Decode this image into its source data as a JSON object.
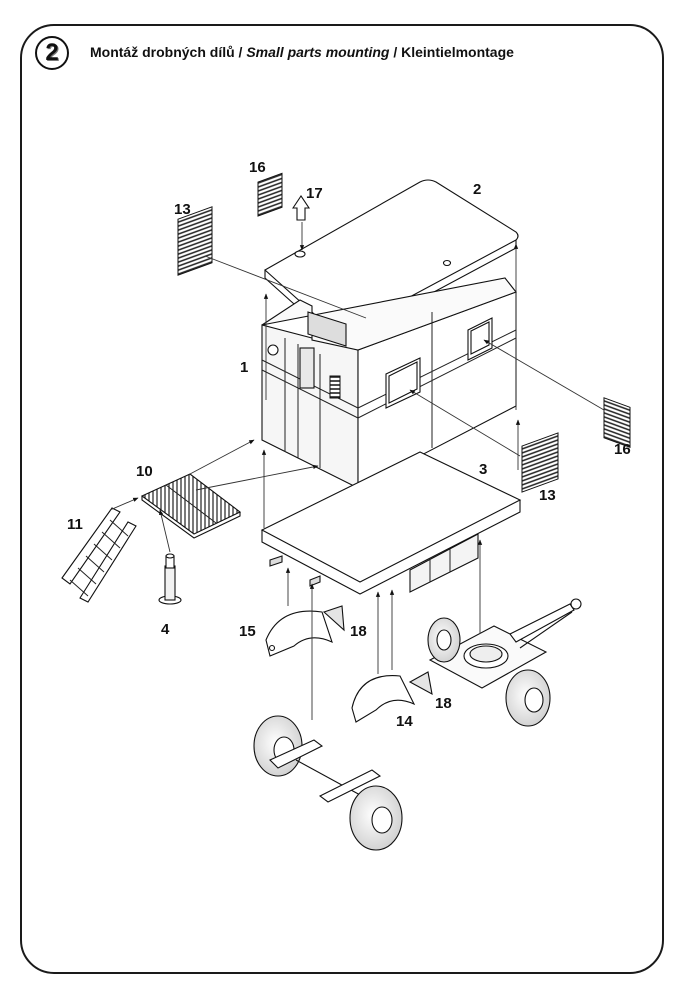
{
  "step": {
    "number": "2"
  },
  "title": {
    "cz": "Montáž drobných dílů /",
    "en": "Small parts mounting",
    "de": "/ Kleintielmontage"
  },
  "callouts": {
    "c1": "1",
    "c2": "2",
    "c3": "3",
    "c4": "4",
    "c10": "10",
    "c11": "11",
    "c13a": "13",
    "c13b": "13",
    "c14": "14",
    "c15": "15",
    "c16a": "16",
    "c16b": "16",
    "c17": "17",
    "c18a": "18",
    "c18b": "18"
  }
}
